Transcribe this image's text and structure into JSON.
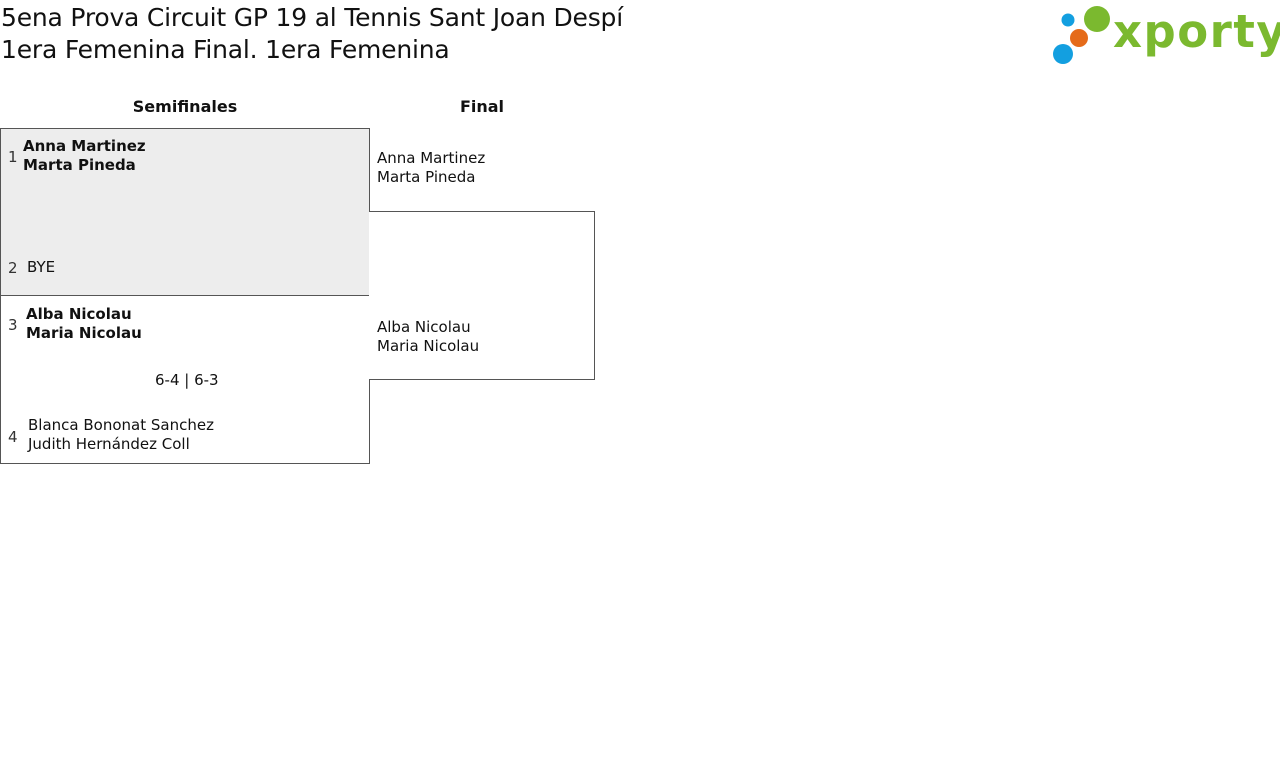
{
  "tournament": {
    "title": "5ena Prova Circuit GP 19 al Tennis Sant Joan Despí",
    "subtitle": "1era Femenina Final. 1era Femenina"
  },
  "logo": {
    "text": "xporty",
    "color_green": "#7bb92f",
    "color_orange": "#e56b1a",
    "color_blue": "#139fe0"
  },
  "rounds": {
    "semis_label": "Semifinales",
    "final_label": "Final"
  },
  "semifinals": [
    {
      "top": {
        "seed": "1",
        "player1": "Anna Martinez",
        "player2": "Marta Pineda"
      },
      "bottom": {
        "seed": "2",
        "player1": "BYE"
      },
      "score": "",
      "winner": "top",
      "background": "#ededed"
    },
    {
      "top": {
        "seed": "3",
        "player1": "Alba Nicolau",
        "player2": "Maria Nicolau"
      },
      "bottom": {
        "seed": "4",
        "player1": "Blanca Bononat Sanchez",
        "player2": "Judith Hernández Coll"
      },
      "score": "6-4 | 6-3",
      "winner": "top",
      "background": "#ffffff"
    }
  ],
  "final": {
    "top": {
      "player1": "Anna Martinez",
      "player2": "Marta Pineda"
    },
    "bottom": {
      "player1": "Alba Nicolau",
      "player2": "Maria Nicolau"
    }
  }
}
